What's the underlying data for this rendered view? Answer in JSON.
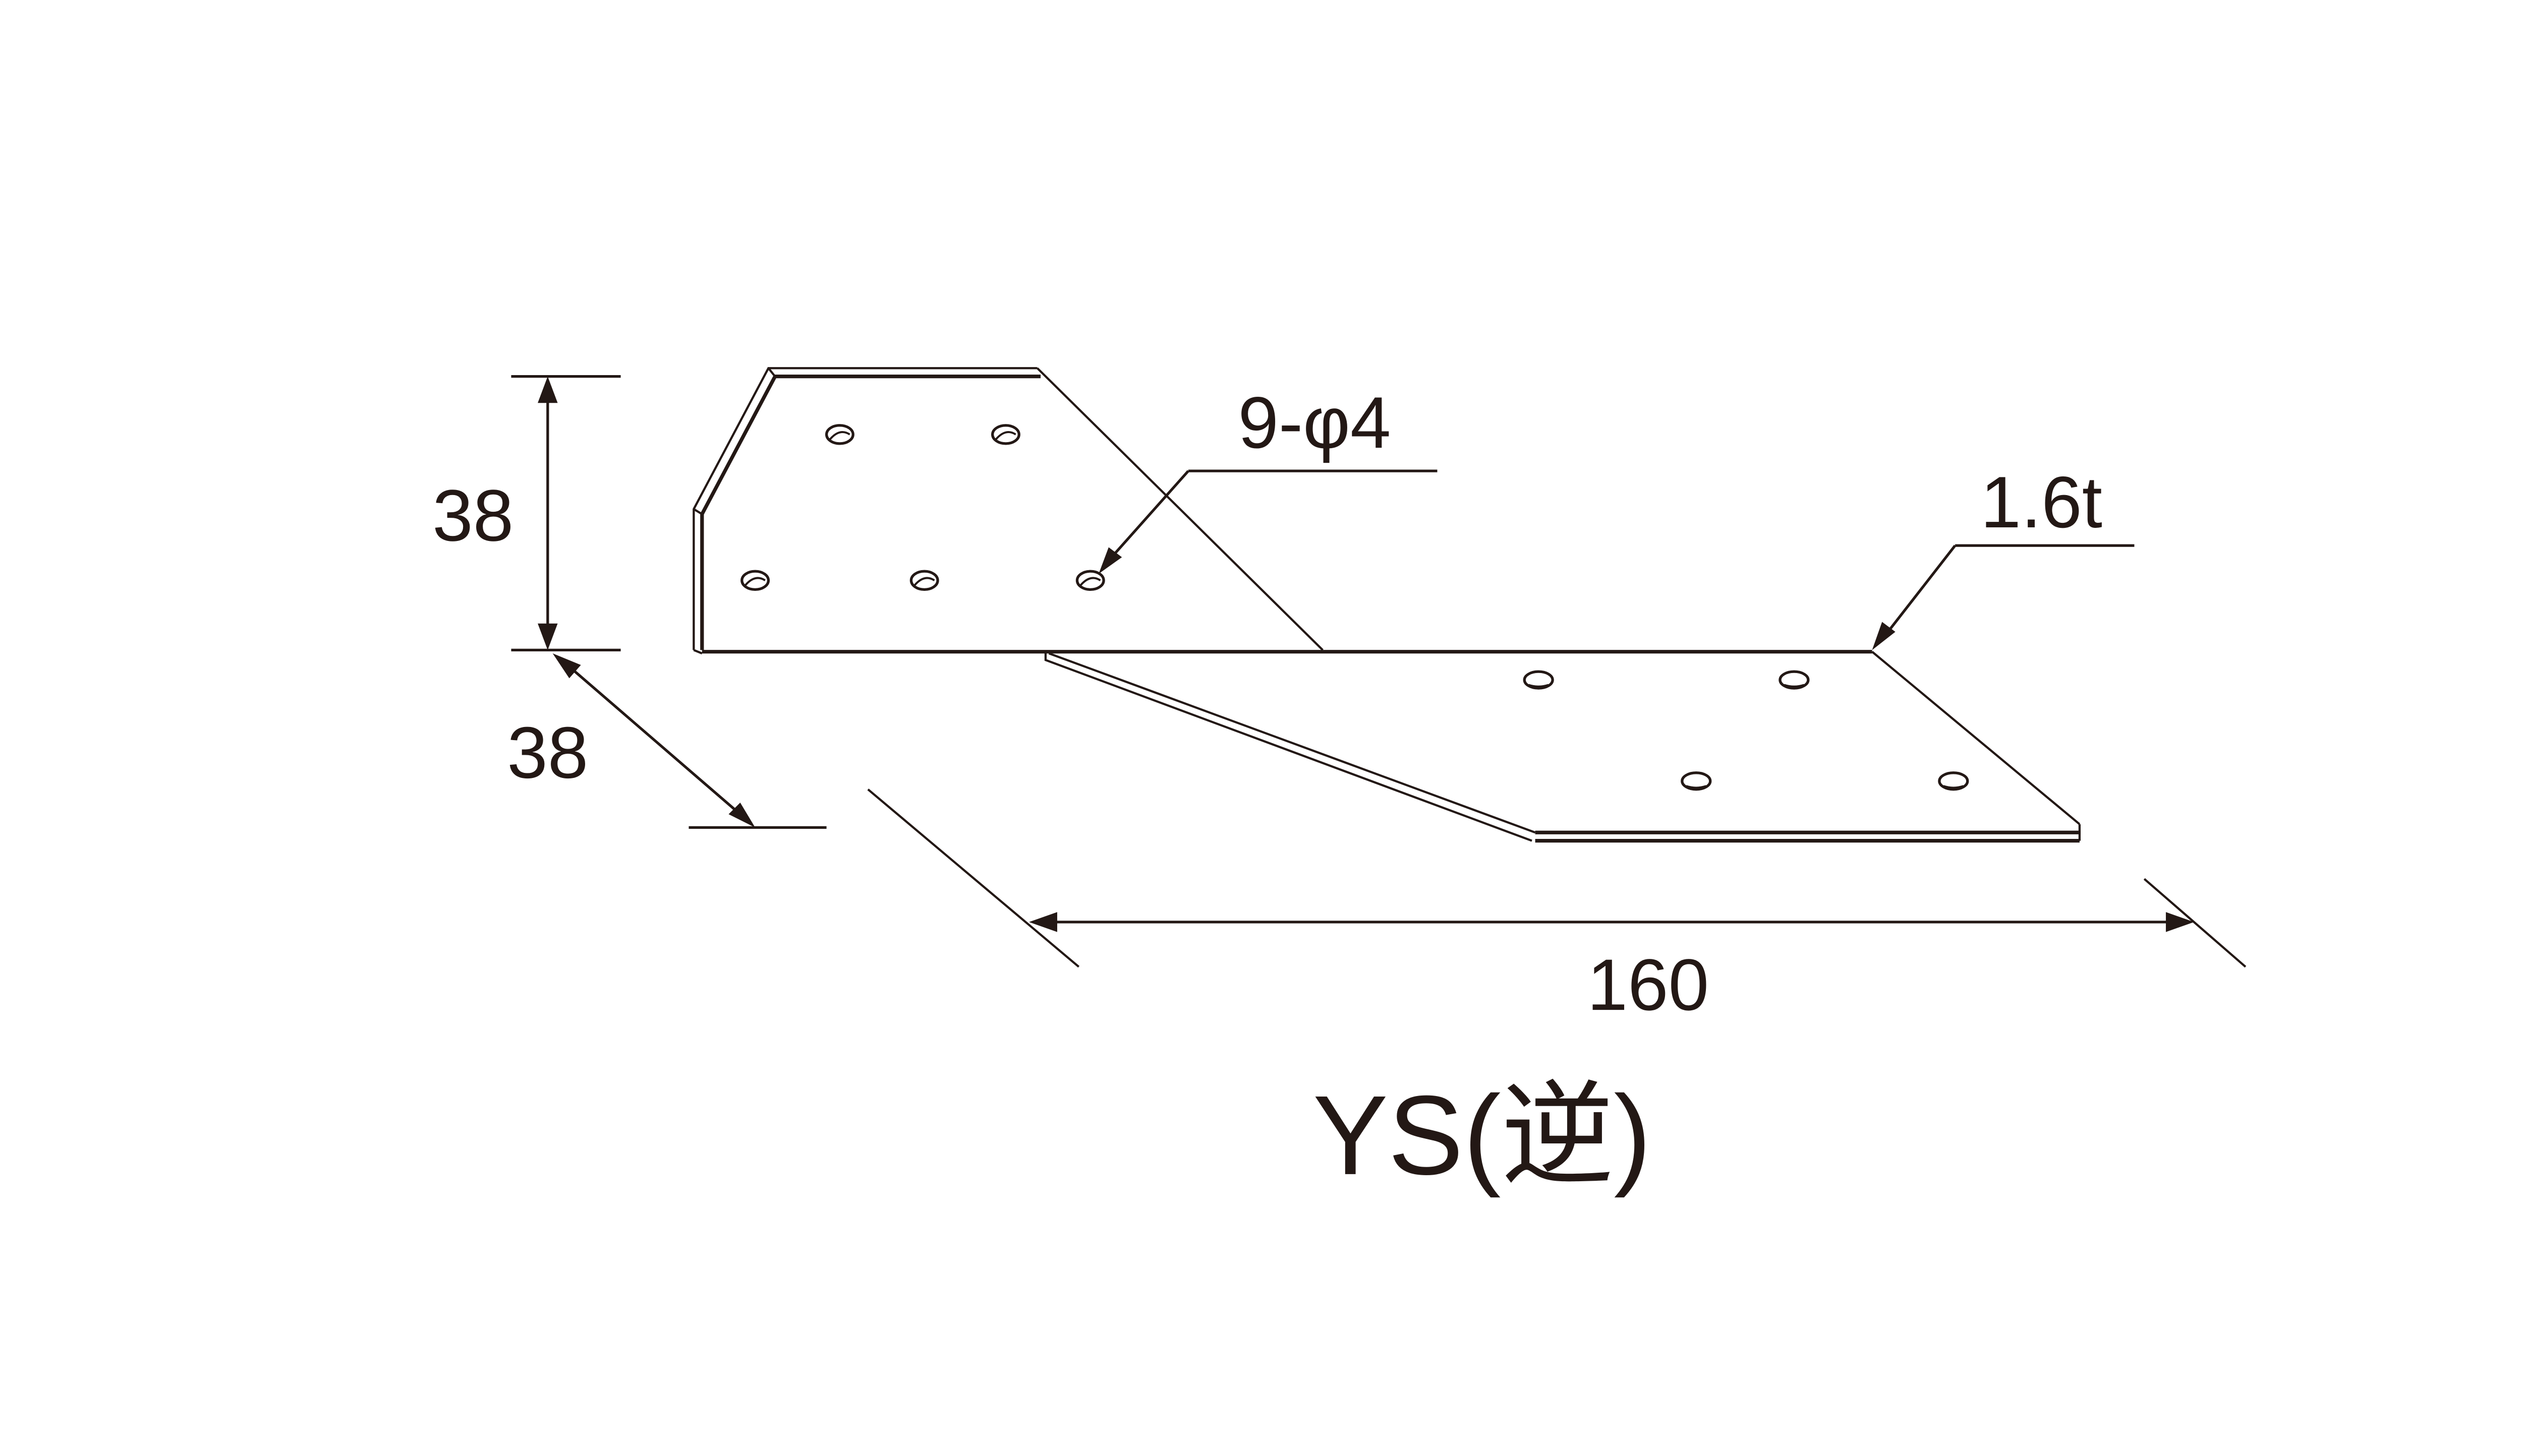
{
  "drawing": {
    "title": "YS(逆)",
    "stroke_color": "#231815",
    "background_color": "#ffffff",
    "dimensions": {
      "height": "38",
      "depth": "38",
      "length": "160"
    },
    "annotations": {
      "holes": "9-φ4",
      "thickness": "1.6t"
    },
    "hole_count_visible": 9
  }
}
